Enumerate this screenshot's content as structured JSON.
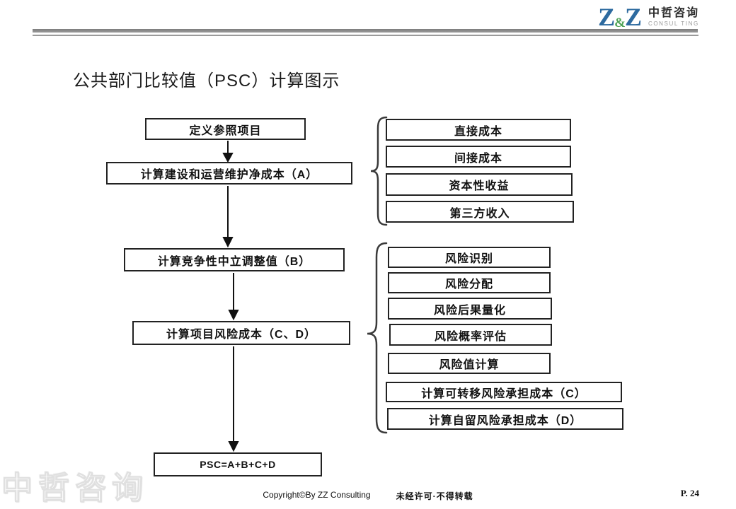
{
  "header": {
    "logo": {
      "z1": "Z",
      "amp": "&",
      "z2": "Z",
      "name_cn": "中哲咨询",
      "name_en": "CONSUL TING",
      "colors": {
        "z_blue": "#2d6a9f",
        "amp_green": "#4fa356",
        "rule_gray": "#8c8c8c"
      }
    }
  },
  "title": "公共部门比较值（PSC）计算图示",
  "flowchart": {
    "main_steps": [
      {
        "label": "定义参照项目"
      },
      {
        "label": "计算建设和运营维护净成本（A）"
      },
      {
        "label": "计算竞争性中立调整值（B）"
      },
      {
        "label": "计算项目风险成本（C、D）"
      },
      {
        "label": "PSC=A+B+C+D"
      }
    ],
    "group_a_items": [
      "直接成本",
      "间接成本",
      "资本性收益",
      "第三方收入"
    ],
    "group_cd_items": [
      "风险识别",
      "风险分配",
      "风险后果量化",
      "风险概率评估",
      "风险值计算",
      "计算可转移风险承担成本（C）",
      "计算自留风险承担成本（D）"
    ]
  },
  "footer": {
    "copyright": "Copyright©By  ZZ Consulting",
    "notice": "未经许可·不得转载",
    "page": "P. 24",
    "watermark": "中哲咨询"
  }
}
